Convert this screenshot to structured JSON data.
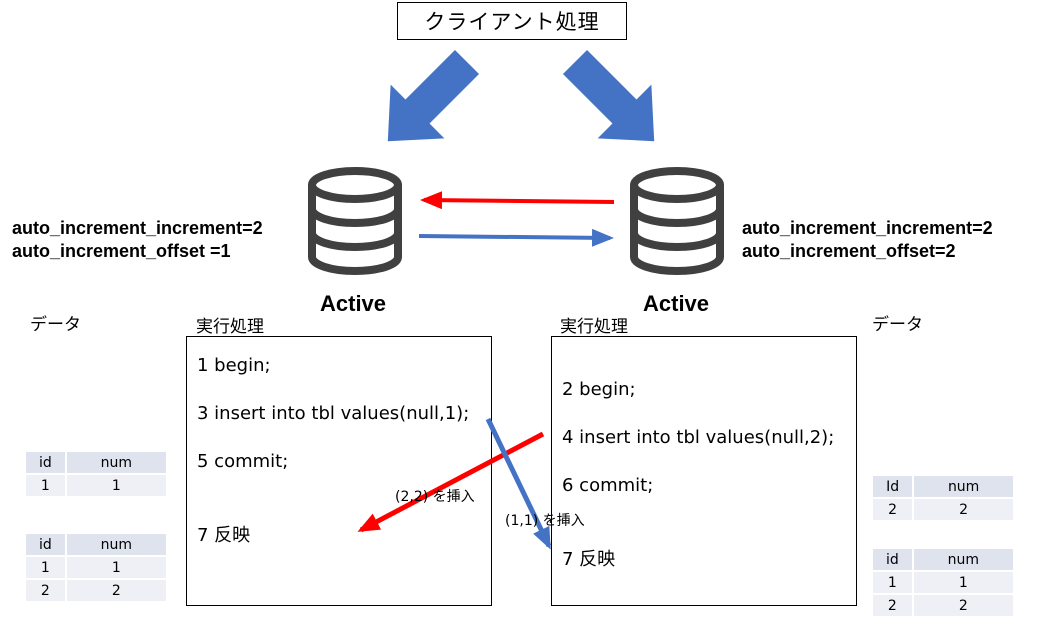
{
  "client": {
    "title": "クライアント処理"
  },
  "left_server": {
    "config_line1": "auto_increment_increment=2",
    "config_line2": "auto_increment_offset =1",
    "status": "Active",
    "exec_title": "実行処理",
    "steps": [
      "1 begin;",
      "3 insert into  tbl values(null,1);",
      "5 commit;",
      "7 反映"
    ],
    "data_title": "データ",
    "table1": {
      "headers": [
        "id",
        "num"
      ],
      "rows": [
        [
          "1",
          "1"
        ]
      ]
    },
    "table2": {
      "headers": [
        "id",
        "num"
      ],
      "rows": [
        [
          "1",
          "1"
        ],
        [
          "2",
          "2"
        ]
      ]
    }
  },
  "right_server": {
    "config_line1": "auto_increment_increment=2",
    "config_line2": "auto_increment_offset=2",
    "status": "Active",
    "exec_title": "実行処理",
    "steps": [
      "2 begin;",
      "4 insert into  tbl values(null,2);",
      "6 commit;",
      "7 反映"
    ],
    "data_title": "データ",
    "table1": {
      "headers": [
        "Id",
        "num"
      ],
      "rows": [
        [
          "2",
          "2"
        ]
      ]
    },
    "table2": {
      "headers": [
        "id",
        "num"
      ],
      "rows": [
        [
          "1",
          "1"
        ],
        [
          "2",
          "2"
        ]
      ]
    }
  },
  "annotations": {
    "insert_22": "(2,2) を挿入",
    "insert_11": "(1,1) を挿入"
  },
  "colors": {
    "blue_arrow": "#4472c4",
    "red_arrow": "#ff0000",
    "db_icon": "#404040"
  }
}
